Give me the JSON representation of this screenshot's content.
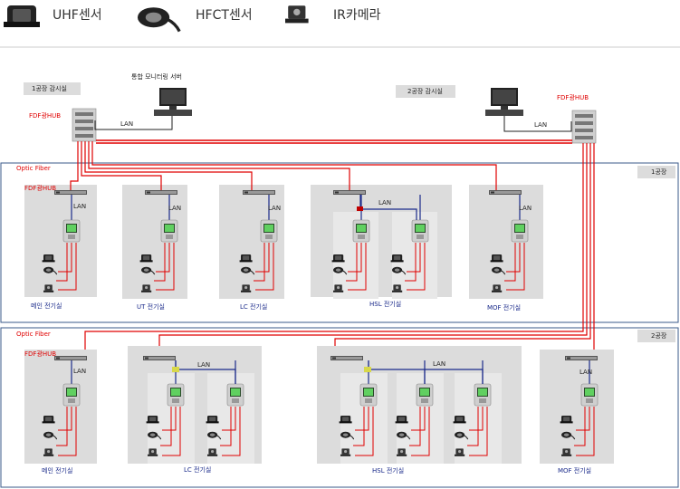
{
  "legend": [
    {
      "label": "UHF센서",
      "icon": "uhf-sensor-icon"
    },
    {
      "label": "HFCT센서",
      "icon": "hfct-sensor-icon"
    },
    {
      "label": "IR카메라",
      "icon": "ir-camera-icon"
    }
  ],
  "monitoring": {
    "room1": "1공장 감시실",
    "room2": "2공장 감시실",
    "server": "통합 모니터링 서버",
    "hub": "FDF광HUB",
    "lan": "LAN"
  },
  "zones": [
    {
      "fiber": "Optic Fiber",
      "tag": "1공장"
    },
    {
      "fiber": "Optic Fiber",
      "tag": "2공장"
    }
  ],
  "rooms1": [
    "메인 전기실",
    "UT 전기실",
    "LC 전기실",
    "HSL 전기실",
    "MOF 전기실"
  ],
  "rooms2": [
    "메인 전기실",
    "LC 전기실",
    "HSL 전기실",
    "MOF 전기실"
  ],
  "colors": {
    "fiber": "#e00000",
    "lan": "#1a2a8a",
    "zone": "#3a5a8a",
    "panel": "#dcdcdc"
  }
}
